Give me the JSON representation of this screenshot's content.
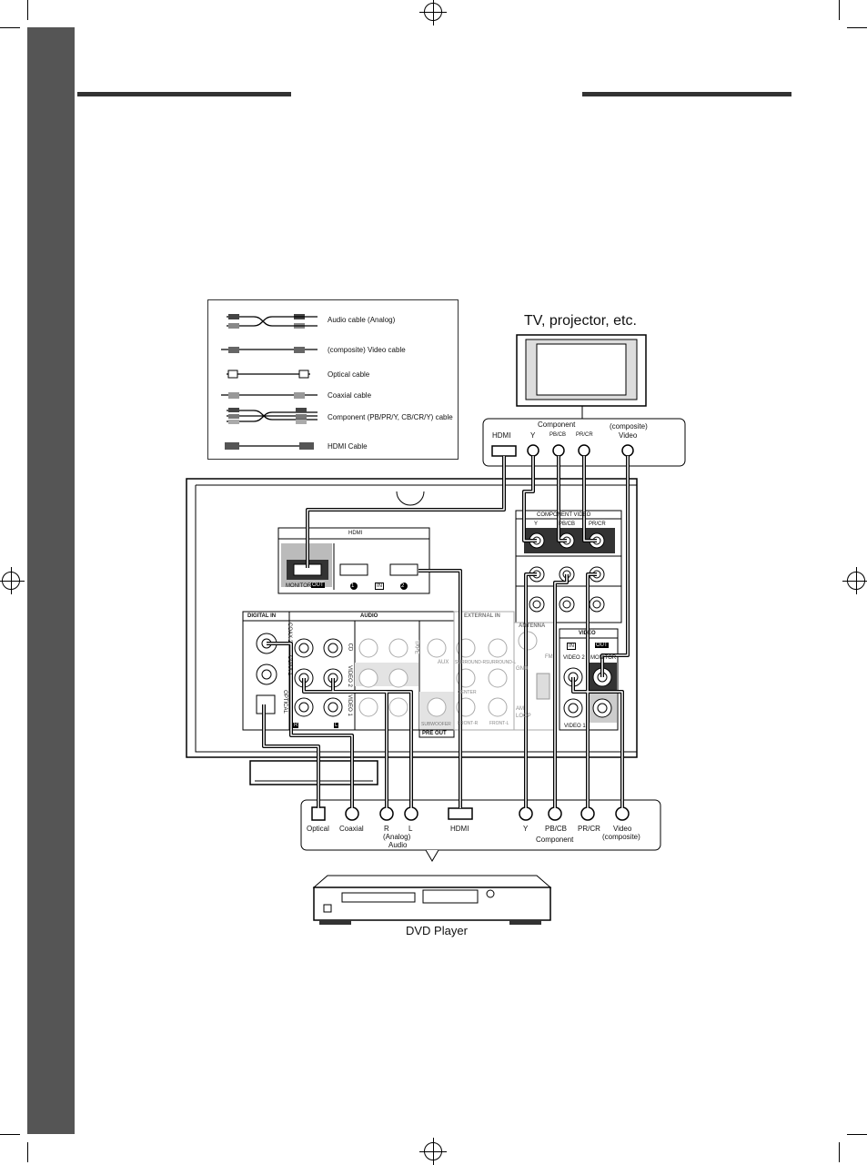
{
  "legend": {
    "items": [
      {
        "label": "Audio cable (Analog)"
      },
      {
        "label": "(composite) Video  cable"
      },
      {
        "label": "Optical cable"
      },
      {
        "label": "Coaxial cable"
      },
      {
        "label": "Component (PB/PR/Y, CB/CR/Y) cable"
      },
      {
        "label": "HDMI Cable"
      }
    ]
  },
  "tv": {
    "title": "TV, projector, etc.",
    "panel": {
      "hdmi": "HDMI",
      "component": "Component",
      "y": "Y",
      "pb": "PB/CB",
      "pr": "PR/CR",
      "composite": "(composite)",
      "video": "Video"
    }
  },
  "receiver": {
    "hdmi_header": "HDMI",
    "monitor_out": "MONITOR",
    "out": "OUT",
    "in": "IN",
    "hdmi_in_1": "1",
    "hdmi_in_2": "2",
    "digital_in": "DIGITAL IN",
    "audio": "AUDIO",
    "external_in": "EXTERNAL IN",
    "component_video": "COMPONENT VIDEO",
    "antenna": "ANTENNA",
    "video": "VIDEO",
    "coax2": "COAX 2",
    "coax1": "COAX 1",
    "optical": "OPTICAL",
    "cd": "CD",
    "video2": "VIDEO 2",
    "video1": "VIDEO 1",
    "tape": "TAPE",
    "aux": "AUX",
    "pre_out": "PRE OUT",
    "subwoofer": "SUBWOOFER",
    "monitor": "MONITOR",
    "r": "R",
    "l": "L",
    "y": "Y",
    "pb": "PB/CB",
    "pr": "PR/CR",
    "fm": "FM",
    "am": "AM",
    "gnd": "GND",
    "loop": "LOOP",
    "surround_r": "SURROUND-R",
    "surround_l": "SURROUND-L",
    "center": "CENTER",
    "front_r": "FRONT-R",
    "front_l": "FRONT-L"
  },
  "dvd": {
    "title": "DVD Player",
    "optical": "Optical",
    "coaxial": "Coaxial",
    "r": "R",
    "l": "L",
    "analog": "(Analog)",
    "audio": "Audio",
    "hdmi": "HDMI",
    "y": "Y",
    "pb": "PB/CB",
    "pr": "PR/CR",
    "component": "Component",
    "video": "Video",
    "composite": "(composite)"
  }
}
